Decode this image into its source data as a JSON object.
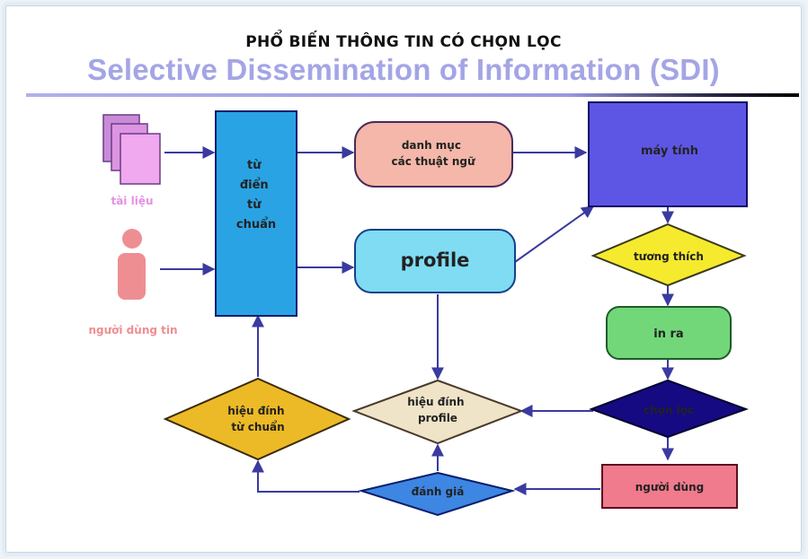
{
  "title": {
    "vietnamese": "PHỔ BIẾN THÔNG TIN CÓ CHỌN LỌC",
    "english": "Selective Dissemination of Information (SDI)"
  },
  "sources": {
    "documents_label": "tài liệu",
    "user_label": "người dùng tin"
  },
  "nodes": {
    "dictionary": [
      "từ",
      "điển",
      "từ",
      "chuẩn"
    ],
    "term_list": [
      "danh mục",
      "các thuật ngữ"
    ],
    "profile": "profile",
    "computer": "máy tính",
    "match": "tương thích",
    "print": "in ra",
    "select": "chọn lọc",
    "user": "người dùng",
    "evaluate": "đánh giá",
    "revise_profile": [
      "hiệu đính",
      "profile"
    ],
    "revise_dictionary": [
      "hiệu đính",
      "từ chuẩn"
    ]
  },
  "colors": {
    "documents": "#e79be6",
    "person": "#ee8e93",
    "dictionary": "#2aa3e4",
    "term_list": "#f4b7a9",
    "profile": "#7fdcf3",
    "computer": "#5d56e4",
    "match": "#f6ea2e",
    "print": "#72d779",
    "select": "#150a82",
    "user": "#f07b8c",
    "evaluate": "#3d86e2",
    "revise_profile": "#efe3c8",
    "revise_dictionary": "#ecba26",
    "arrow": "#3a3aa0"
  }
}
